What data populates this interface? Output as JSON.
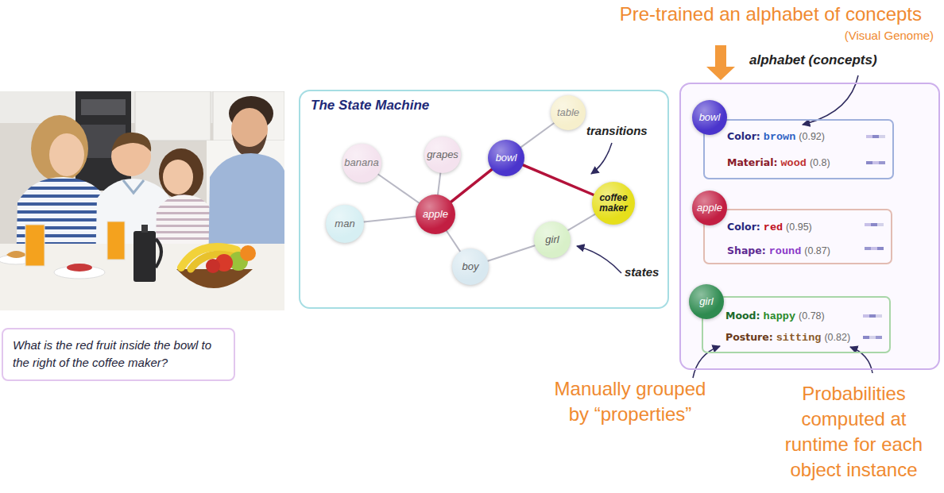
{
  "diagram": {
    "nodes": [
      {
        "text": [
          "What is the red fruit inside the bowl to the right of the coffee maker?"
        ]
      },
      {
        "text": [
          "The State Machine"
        ]
      },
      {
        "text": [
          "table"
        ],
        "in": 1
      },
      {
        "text": [
          "banana"
        ],
        "in": 1
      },
      {
        "text": [
          "grapes"
        ],
        "in": 1
      },
      {
        "text": [
          "bowl"
        ],
        "in": 1
      },
      {
        "text": [
          "coffee maker"
        ],
        "in": 1
      },
      {
        "text": [
          "man"
        ],
        "in": 1
      },
      {
        "text": [
          "apple"
        ],
        "in": 1
      },
      {
        "text": [
          "girl"
        ],
        "in": 1
      },
      {
        "text": [
          "boy"
        ],
        "in": 1
      },
      {
        "text": [
          "alphabet (concepts)"
        ]
      },
      {
        "text": [
          "Color:",
          "brown",
          "(0.92)",
          "Material:",
          "wood",
          "(0.8)"
        ],
        "in": 11
      },
      {
        "text": [
          "bowl"
        ],
        "in": 12
      },
      {
        "text": [
          "Color:",
          "red",
          "(0.95)",
          "Shape:",
          "round",
          "(0.87)"
        ],
        "in": 11
      },
      {
        "text": [
          "apple"
        ],
        "in": 14
      },
      {
        "text": [
          "Mood:",
          "happy",
          "(0.78)",
          "Posture:",
          "sitting",
          "(0.82)"
        ],
        "in": 11
      },
      {
        "text": [
          "girl"
        ],
        "in": 16
      }
    ],
    "edges": [
      {
        "from": 8,
        "to": 5,
        "arrow": "none"
      },
      {
        "from": 5,
        "to": 6,
        "arrow": "none"
      },
      {
        "from": 5,
        "to": 2,
        "arrow": "none"
      },
      {
        "from": 8,
        "to": 3,
        "arrow": "none"
      },
      {
        "from": 8,
        "to": 4,
        "arrow": "none"
      },
      {
        "from": 8,
        "to": 7,
        "arrow": "none"
      },
      {
        "from": 8,
        "to": 10,
        "arrow": "none"
      },
      {
        "from": 10,
        "to": 9,
        "arrow": "none"
      },
      {
        "from": 9,
        "to": 6,
        "arrow": "none"
      }
    ],
    "labels": [
      "Pre-trained an alphabet of concepts",
      "(Visual Genome)",
      "transitions",
      "states",
      "Manually grouped by “properties”",
      "Probabilities computed at runtime for each object instance"
    ]
  }
}
